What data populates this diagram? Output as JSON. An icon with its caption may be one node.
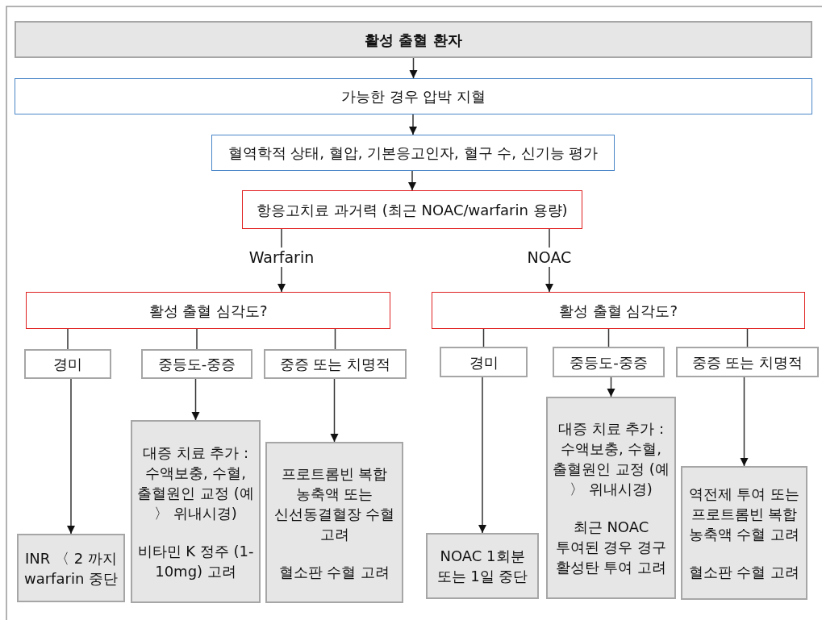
{
  "diagram": {
    "nodes": [
      {
        "text": [
          "활성 출혈 환자"
        ]
      },
      {
        "text": [
          "가능한 경우 압박 지혈"
        ]
      },
      {
        "text": [
          "혈역학적 상태, 혈압, 기본응고인자, 혈구 수, 신기능 평가"
        ]
      },
      {
        "text": [
          "항응고치료 과거력 (최근 NOAC/warfarin 용량)"
        ]
      },
      {
        "text": [
          "활성 출혈 심각도?"
        ]
      },
      {
        "text": [
          "활성 출혈 심각도?"
        ]
      },
      {
        "text": [
          "경미"
        ]
      },
      {
        "text": [
          "중등도-중증"
        ]
      },
      {
        "text": [
          "중증 또는 치명적"
        ]
      },
      {
        "text": [
          "경미"
        ]
      },
      {
        "text": [
          "중등도-중증"
        ]
      },
      {
        "text": [
          "중증 또는 치명적"
        ]
      },
      {
        "text": [
          "INR 〈 2 까지 warfarin 중단"
        ]
      },
      {
        "text": [
          "대증 치료 추가 : 수액보충, 수혈, 출혈원인 교정 (예 〉 위내시경)",
          "비타민 K 정주 (1-10mg) 고려"
        ]
      },
      {
        "text": [
          "프로트롬빈 복합 농축액 또는 신선동결혈장 수혈 고려",
          "혈소판 수혈 고려"
        ]
      },
      {
        "text": [
          "NOAC 1회분 또는 1일 중단"
        ]
      },
      {
        "text": [
          "대증 치료 추가 : 수액보충, 수혈, 출혈원인 교정 (예 〉 위내시경)",
          "최근 NOAC 투여된 경우 경구 활성탄 투여 고려"
        ]
      },
      {
        "text": [
          "역전제 투여 또는 프로트롬빈 복합 농축액 수혈 고려",
          "혈소판 수혈 고려"
        ]
      }
    ],
    "edges": [
      {
        "from": 0,
        "to": 1,
        "arrow": "to"
      },
      {
        "from": 1,
        "to": 2,
        "arrow": "to"
      },
      {
        "from": 2,
        "to": 3,
        "arrow": "to"
      },
      {
        "from": 3,
        "to": 4,
        "arrow": "to",
        "label": "Warfarin"
      },
      {
        "from": 3,
        "to": 5,
        "arrow": "to",
        "label": "NOAC"
      },
      {
        "from": 4,
        "to": 6,
        "arrow": "none"
      },
      {
        "from": 4,
        "to": 7,
        "arrow": "none"
      },
      {
        "from": 4,
        "to": 8,
        "arrow": "none"
      },
      {
        "from": 5,
        "to": 9,
        "arrow": "none"
      },
      {
        "from": 5,
        "to": 10,
        "arrow": "none"
      },
      {
        "from": 5,
        "to": 11,
        "arrow": "none"
      },
      {
        "from": 6,
        "to": 12,
        "arrow": "to"
      },
      {
        "from": 7,
        "to": 13,
        "arrow": "to"
      },
      {
        "from": 8,
        "to": 14,
        "arrow": "to"
      },
      {
        "from": 9,
        "to": 15,
        "arrow": "to"
      },
      {
        "from": 10,
        "to": 16,
        "arrow": "to"
      },
      {
        "from": 11,
        "to": 17,
        "arrow": "to"
      }
    ]
  }
}
